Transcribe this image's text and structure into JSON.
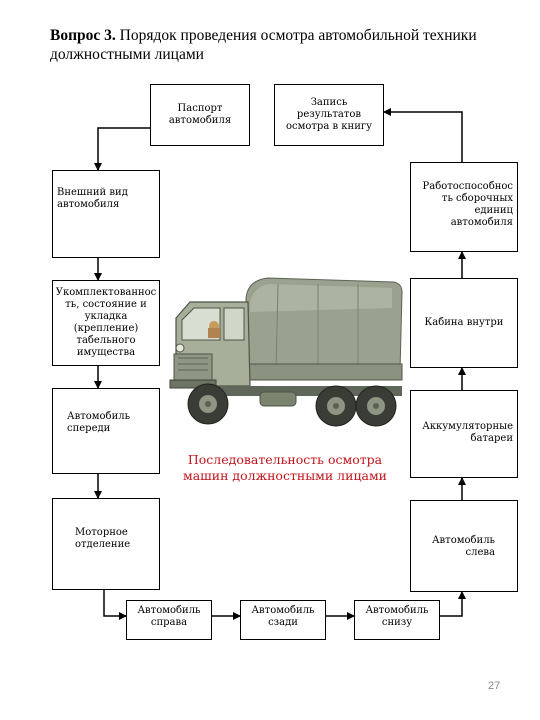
{
  "header": {
    "question_label": "Вопрос 3.",
    "title_text": " Порядок проведения осмотра автомобильной техники должностными лицами"
  },
  "boxes": {
    "passport": "Паспорт\nавтомобиля",
    "record": "Запись\nрезультатов\nосмотра в книгу",
    "exterior": "Внешний вид\nавтомобиля",
    "units": "Работоспособнос\nть сборочных\nединиц\nавтомобиля",
    "equipment": "Укомплектованнос\nть, состояние и\nукладка\n(крепление)\nтабельного\nимущества",
    "cabin": "Кабина внутри",
    "front": "Автомобиль\nспереди",
    "batteries": "Аккумуляторные\nбатареи",
    "engine": "Моторное\nотделение",
    "left": "Автомобиль\nслева",
    "right": "Автомобиль\nсправа",
    "rear": "Автомобиль\nсзади",
    "bottom": "Автомобиль\nснизу"
  },
  "caption": "Последовательность осмотра\nмашин  должностными лицами",
  "page_number": "27"
}
